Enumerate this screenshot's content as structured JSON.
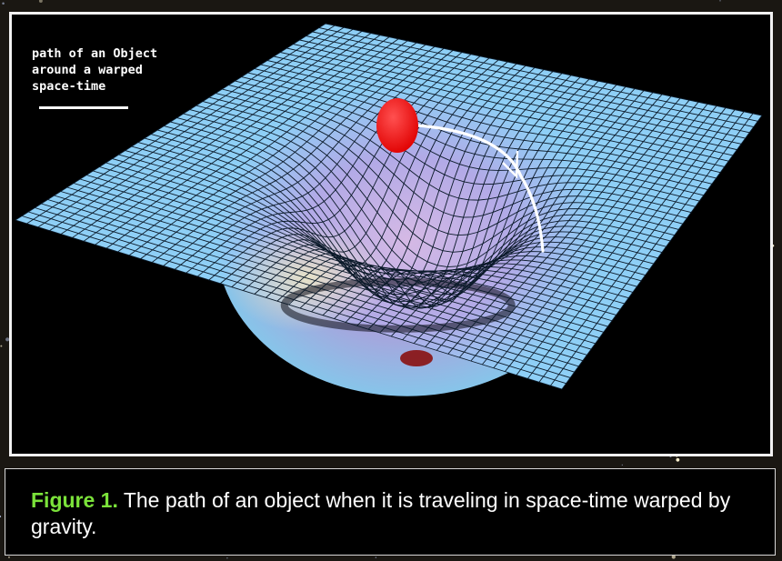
{
  "figure": {
    "legend_lines": [
      "path of an Object",
      "around a warped",
      "space-time"
    ],
    "caption_label": "Figure 1.",
    "caption_text": " The path of an object when it is traveling in space-time warped by gravity."
  },
  "colors": {
    "mesh_fill": "#8ecff6",
    "mesh_lines": "#0b1a2a",
    "well_center": "#d9b8e4",
    "object": "#ff1a1a",
    "path": "#ffffff",
    "caption_label": "#7be23a",
    "frame": "#f2f2f2"
  },
  "icons": [
    "red-ball-object-icon",
    "path-arrow-icon"
  ]
}
